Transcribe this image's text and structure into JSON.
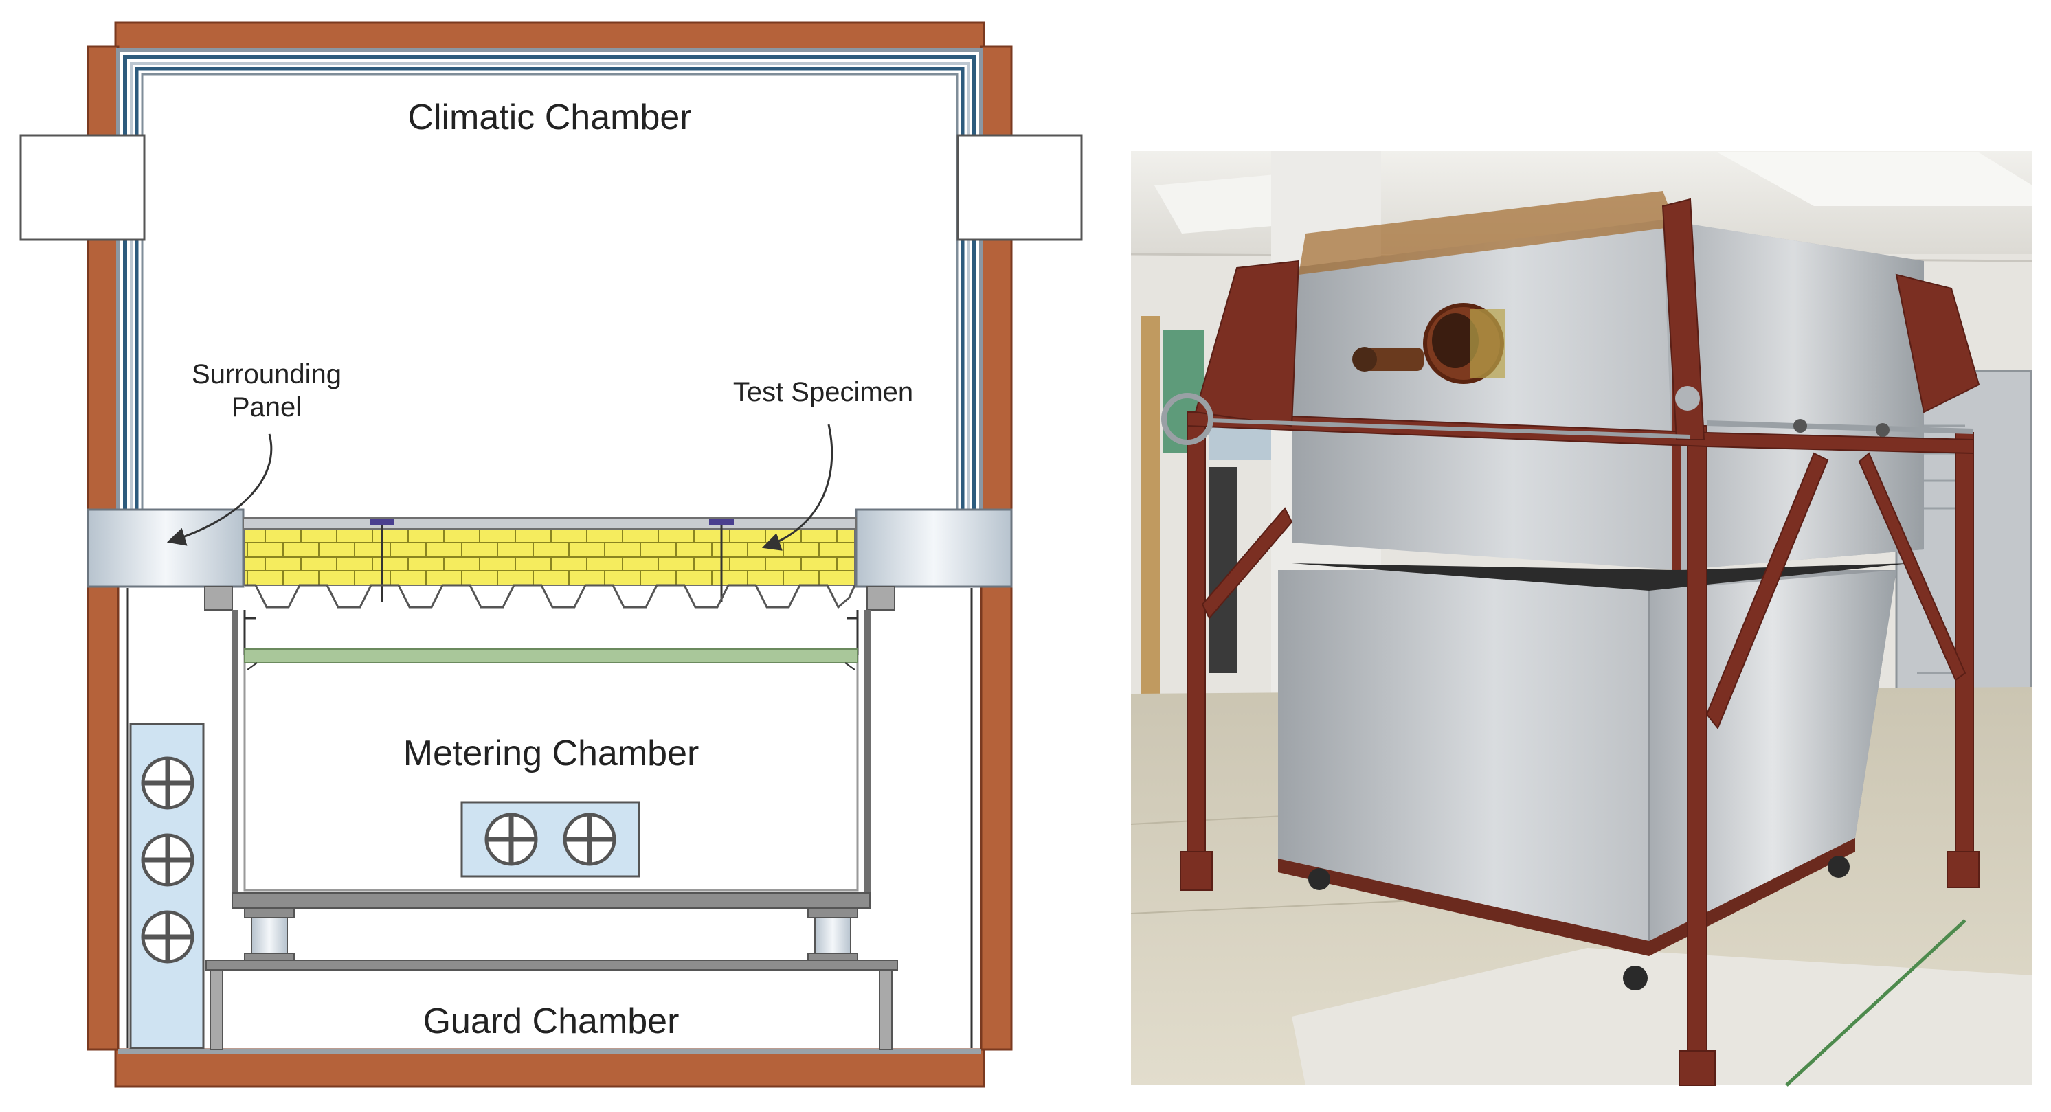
{
  "diagram": {
    "labels": {
      "climatic_chamber": "Climatic Chamber",
      "surrounding_panel_line1": "Surrounding",
      "surrounding_panel_line2": "Panel",
      "test_specimen": "Test Specimen",
      "metering_chamber": "Metering Chamber",
      "guard_chamber": "Guard Chamber"
    },
    "colors": {
      "outer_wall": "#b5623a",
      "outer_wall_edge": "#7a3a20",
      "inner_liner_blue": "#2d5b7d",
      "liner_gray": "#8a97a3",
      "panel_fill": "#cfd8e0",
      "specimen_yellow": "#f5ec5e",
      "specimen_lines": "#8a8420",
      "frame_gray": "#6f6f6f",
      "baffle_green": "#a9c79a",
      "fan_box": "#cfe3f2",
      "fan_stroke": "#555555"
    }
  },
  "photo": {
    "subject": "hot box apparatus in laboratory",
    "colors": {
      "frame_red": "#7b2f22",
      "aluminum": "#bfc2c6",
      "floor": "#d8d3c2",
      "wall": "#e6e4df",
      "ceiling": "#ecebe6"
    }
  }
}
